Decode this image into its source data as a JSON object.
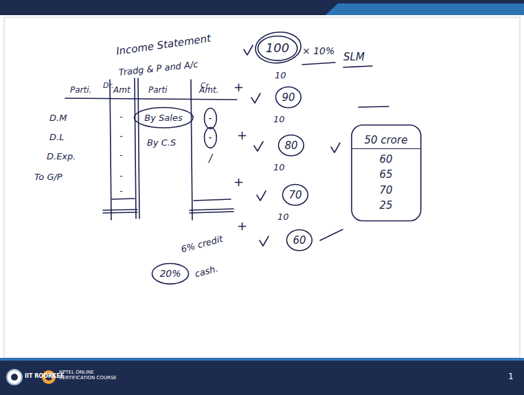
{
  "diagram": {
    "nodes": [
      {
        "text": [
          "By Sales"
        ]
      },
      {
        "text": [
          "-"
        ]
      },
      {
        "text": [
          "-"
        ]
      },
      {
        "text": [
          "20%"
        ]
      },
      {
        "text": [
          "100"
        ]
      },
      {
        "text": [
          "90"
        ]
      },
      {
        "text": [
          "80"
        ]
      },
      {
        "text": [
          "70"
        ]
      },
      {
        "text": [
          "60"
        ]
      },
      {
        "text": [
          "50 crore",
          "60",
          "65",
          "70",
          "25"
        ]
      }
    ],
    "labels": [
      "Income Statement",
      "Tradg & P and A/c",
      "Dr.",
      "Cr.",
      "Parti.",
      "Amt",
      "Parti",
      "Amt.",
      "D.M",
      "D.L",
      "D.Exp.",
      "To G/P",
      "-",
      "-",
      "-",
      "-",
      "-",
      "By C.S",
      "/",
      "6% credit",
      "cash.",
      "× 10%",
      "10",
      "10",
      "10",
      "10",
      "+",
      "+",
      "+",
      "+",
      "SLM",
      "IIT ROORKEE",
      "NPTEL ONLINE CERTIFICATION COURSE",
      "1"
    ]
  }
}
